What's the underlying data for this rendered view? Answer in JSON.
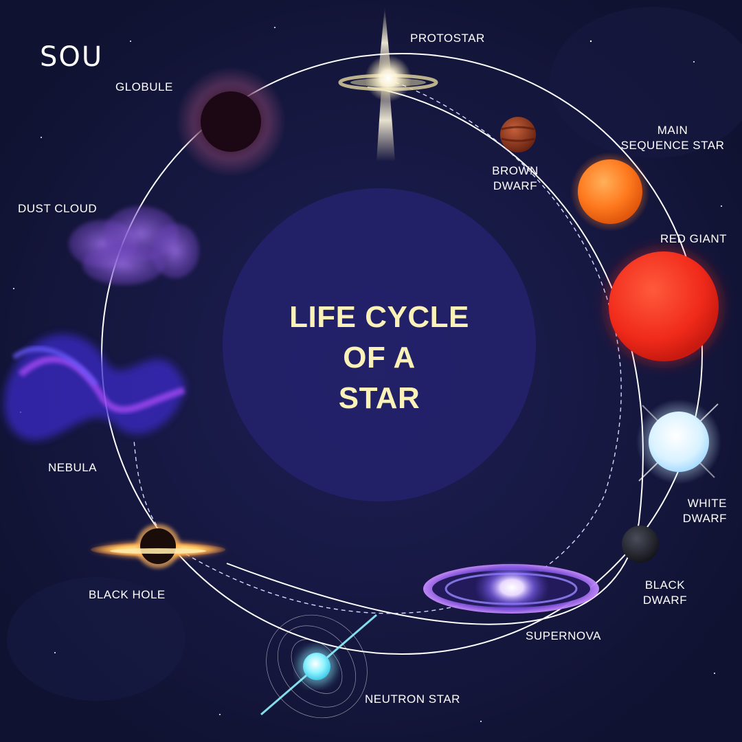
{
  "logo": {
    "text": "SOU"
  },
  "title": {
    "line1": "LIFE CYCLE",
    "line2": "OF A",
    "line3": "STAR"
  },
  "stages": {
    "protostar": "PROTOSTAR",
    "globule": "GLOBULE",
    "dust_cloud": "DUST CLOUD",
    "nebula": "NEBULA",
    "black_hole": "BLACK HOLE",
    "neutron_star": "NEUTRON STAR",
    "supernova": "SUPERNOVA",
    "black_dwarf": {
      "line1": "BLACK",
      "line2": "DWARF"
    },
    "white_dwarf": {
      "line1": "WHITE",
      "line2": "DWARF"
    },
    "red_giant": "RED GIANT",
    "main_sequence": {
      "line1": "MAIN",
      "line2": "SEQUENCE STAR"
    },
    "brown_dwarf": {
      "line1": "BROWN",
      "line2": "DWARF"
    }
  },
  "colors": {
    "background": "#14163a",
    "title": "#fbf2b8",
    "orbit": "#ffffff",
    "main_sequence": "#ff7a1f",
    "red_giant": "#f02a1a",
    "white_dwarf": "#d9f2ff",
    "neutron_star": "#8ff3ff",
    "nebula": "#5a3cff",
    "dust_cloud": "#8a5ed6"
  }
}
